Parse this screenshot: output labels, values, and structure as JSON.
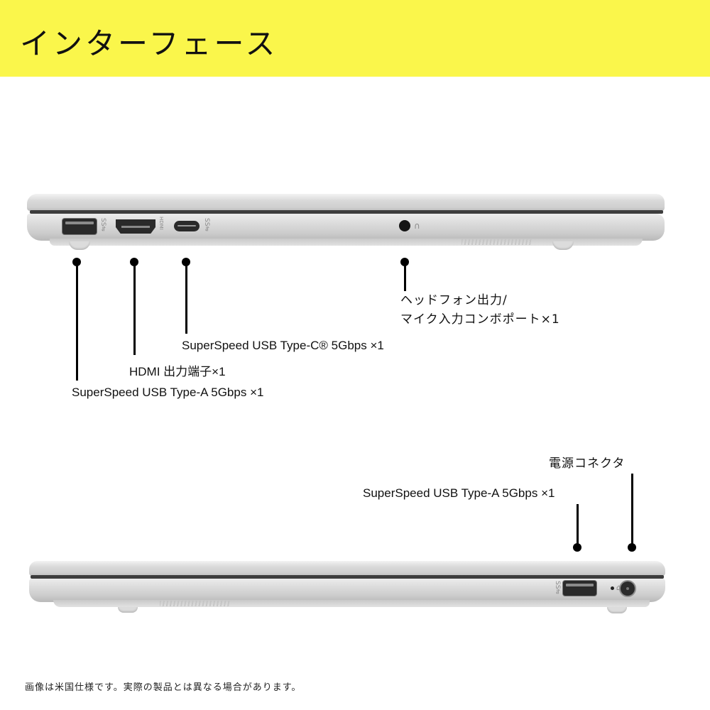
{
  "header": {
    "title": "インターフェース",
    "background_color": "#faf64b"
  },
  "left_side_view": {
    "ports": [
      {
        "id": "usb-a",
        "label": "SuperSpeed USB Type-A 5Gbps ×1",
        "icon": "usb-a-port",
        "port_glyph": "SS⇋"
      },
      {
        "id": "hdmi",
        "label": "HDMI 出力端子×1",
        "icon": "hdmi-port",
        "port_glyph": "HDMI"
      },
      {
        "id": "usb-c",
        "label": "SuperSpeed USB Type-C® 5Gbps ×1",
        "icon": "usb-c-port",
        "port_glyph": "SS⇋"
      },
      {
        "id": "audio",
        "label_line1": "ヘッドフォン出力/",
        "label_line2": "マイク入力コンボポート×1",
        "icon": "audio-jack",
        "port_glyph": "🎧"
      }
    ]
  },
  "right_side_view": {
    "ports": [
      {
        "id": "usb-a",
        "label": "SuperSpeed USB Type-A 5Gbps ×1",
        "icon": "usb-a-port",
        "port_glyph": "SS⇋"
      },
      {
        "id": "power",
        "label": "電源コネクタ",
        "icon": "power-connector",
        "port_glyph": "⏻"
      }
    ]
  },
  "footnote": "画像は米国仕様です。実際の製品とは異なる場合があります。"
}
